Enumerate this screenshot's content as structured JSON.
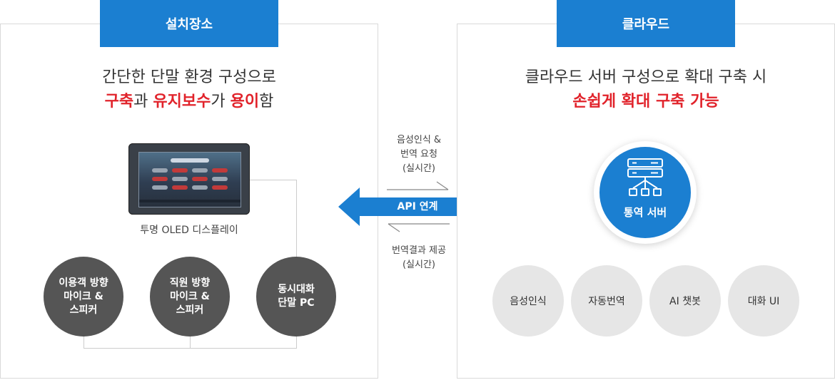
{
  "left": {
    "tab": "설치장소",
    "headline_line1": "간단한 단말 환경 구성으로",
    "headline_line2": [
      {
        "text": "구축",
        "highlight": true
      },
      {
        "text": "과 ",
        "highlight": false
      },
      {
        "text": "유지보수",
        "highlight": true
      },
      {
        "text": "가 ",
        "highlight": false
      },
      {
        "text": "용이",
        "highlight": true
      },
      {
        "text": "함",
        "highlight": false
      }
    ],
    "display_label": "투명 OLED 디스플레이",
    "devices": [
      {
        "line1": "이용객 방향",
        "line2": "마이크 &",
        "line3": "스피커"
      },
      {
        "line1": "직원 방향",
        "line2": "마이크 &",
        "line3": "스피커"
      },
      {
        "line1": "동시대화",
        "line2": "단말 PC",
        "line3": ""
      }
    ]
  },
  "middle": {
    "request_line1": "음성인식 &",
    "request_line2": "번역 요청",
    "request_line3": "(실시간)",
    "api_label": "API 연계",
    "response_line1": "번역결과 제공",
    "response_line2": "(실시간)"
  },
  "right": {
    "tab": "클라우드",
    "headline_line1": "클라우드 서버 구성으로 확대 구축 시",
    "headline_line2": "손쉽게 확대 구축 가능",
    "server_label": "통역 서버",
    "features": [
      "음성인식",
      "자동번역",
      "AI 챗봇",
      "대화 UI"
    ]
  },
  "colors": {
    "accent_blue": "#1b7fd1",
    "highlight_red": "#e1232b",
    "device_dark": "#555555",
    "feature_grey": "#e6e6e6"
  },
  "icons": {
    "api_arrow": "double-arrow-icon",
    "server": "server-rack-icon"
  }
}
